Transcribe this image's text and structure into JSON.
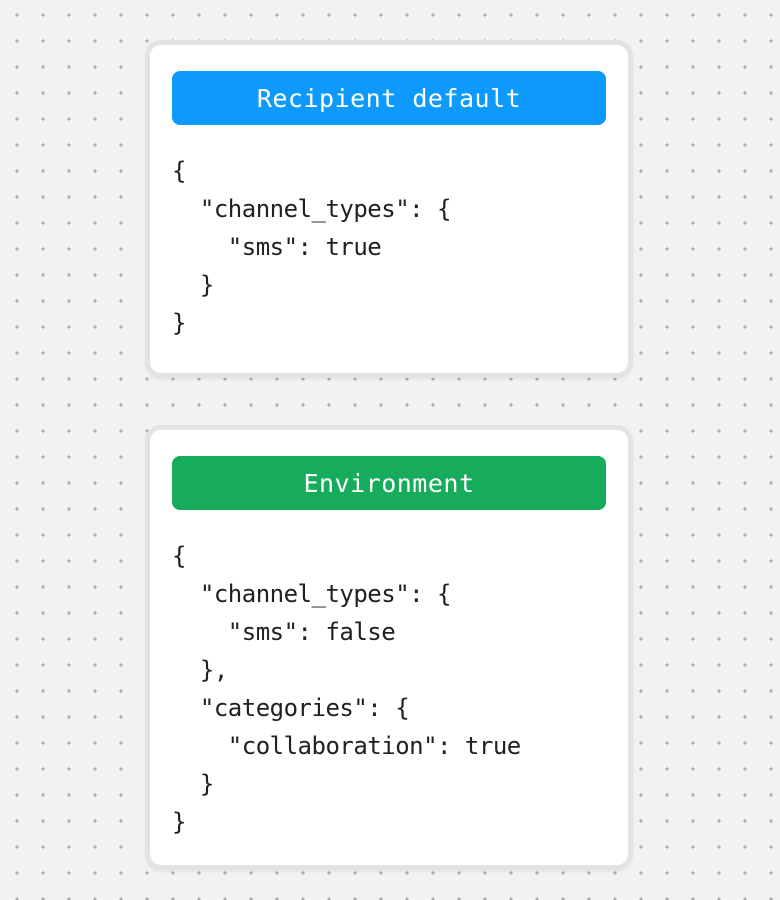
{
  "background": {
    "color": "#f2f2f2",
    "dot_color": "#aeaeae"
  },
  "cards": [
    {
      "label": "Recipient default",
      "accent_color": "#0e9afd",
      "code": "{\n  \"channel_types\": {\n    \"sms\": true\n  }\n}"
    },
    {
      "label": "Environment",
      "accent_color": "#17ab5c",
      "code": "{\n  \"channel_types\": {\n    \"sms\": false\n  },\n  \"categories\": {\n    \"collaboration\": true\n  }\n}"
    }
  ]
}
